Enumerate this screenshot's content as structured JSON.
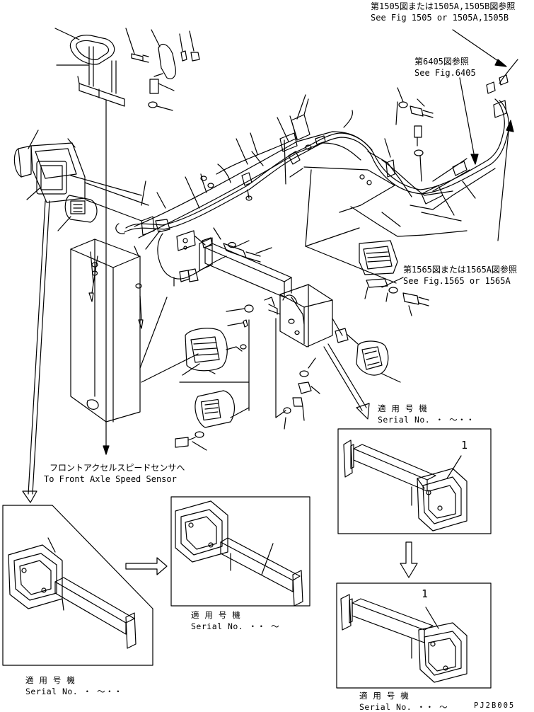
{
  "references": {
    "top_right_ja": "第1505図または1505A,1505B図参照",
    "top_right_en": "See Fig 1505 or 1505A,1505B",
    "fig6405_ja": "第6405図参照",
    "fig6405_en": "See Fig.6405",
    "fig1565_ja": "第1565図または1565A図参照",
    "fig1565_en": "See Fig.1565 or 1565A"
  },
  "sensor": {
    "ja": "フロントアクセルスピードセンサへ",
    "en": "To Front Axle Speed Sensor"
  },
  "variants": [
    {
      "id": "upper-right",
      "serial_ja": "適 用 号 機",
      "serial_en": "Serial No.  ・ 〜・・",
      "item": "1"
    },
    {
      "id": "lower-right",
      "serial_ja": "適 用 号 機",
      "serial_en": "Serial No. ・・ 〜",
      "item": "1"
    },
    {
      "id": "middle",
      "serial_ja": "適 用 号 機",
      "serial_en": "Serial No. ・・ 〜"
    },
    {
      "id": "lower-left",
      "serial_ja": "適 用 号 機",
      "serial_en": "Serial No.  ・  〜・・"
    }
  ],
  "drawing_code": "PJ2B005"
}
